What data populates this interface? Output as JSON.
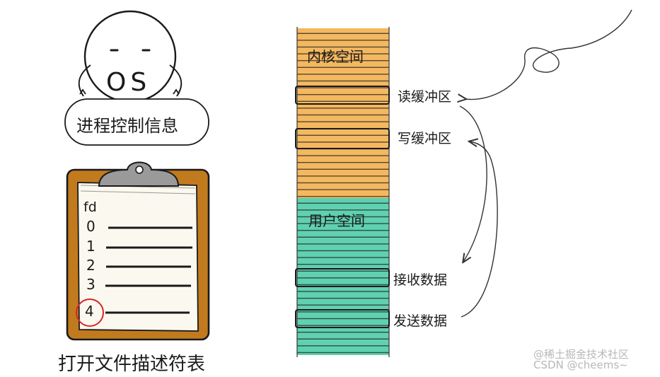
{
  "os": {
    "face_label": "OS",
    "sign_label": "进程控制信息"
  },
  "fd_table": {
    "header": "fd",
    "entries": [
      "0",
      "1",
      "2",
      "3",
      "4"
    ],
    "highlighted_entry": "4",
    "caption": "打开文件描述符表"
  },
  "memory": {
    "kernel_label": "内核空间",
    "user_label": "用户空间",
    "kernel_color": "#f4b860",
    "user_color": "#5fd1b0"
  },
  "buffers": {
    "read_label": "读缓冲区",
    "write_label": "写缓冲区",
    "receive_label": "接收数据",
    "send_label": "发送数据"
  },
  "watermark": {
    "line1": "@稀土掘金技术社区",
    "line2": "CSDN @cheems~"
  }
}
